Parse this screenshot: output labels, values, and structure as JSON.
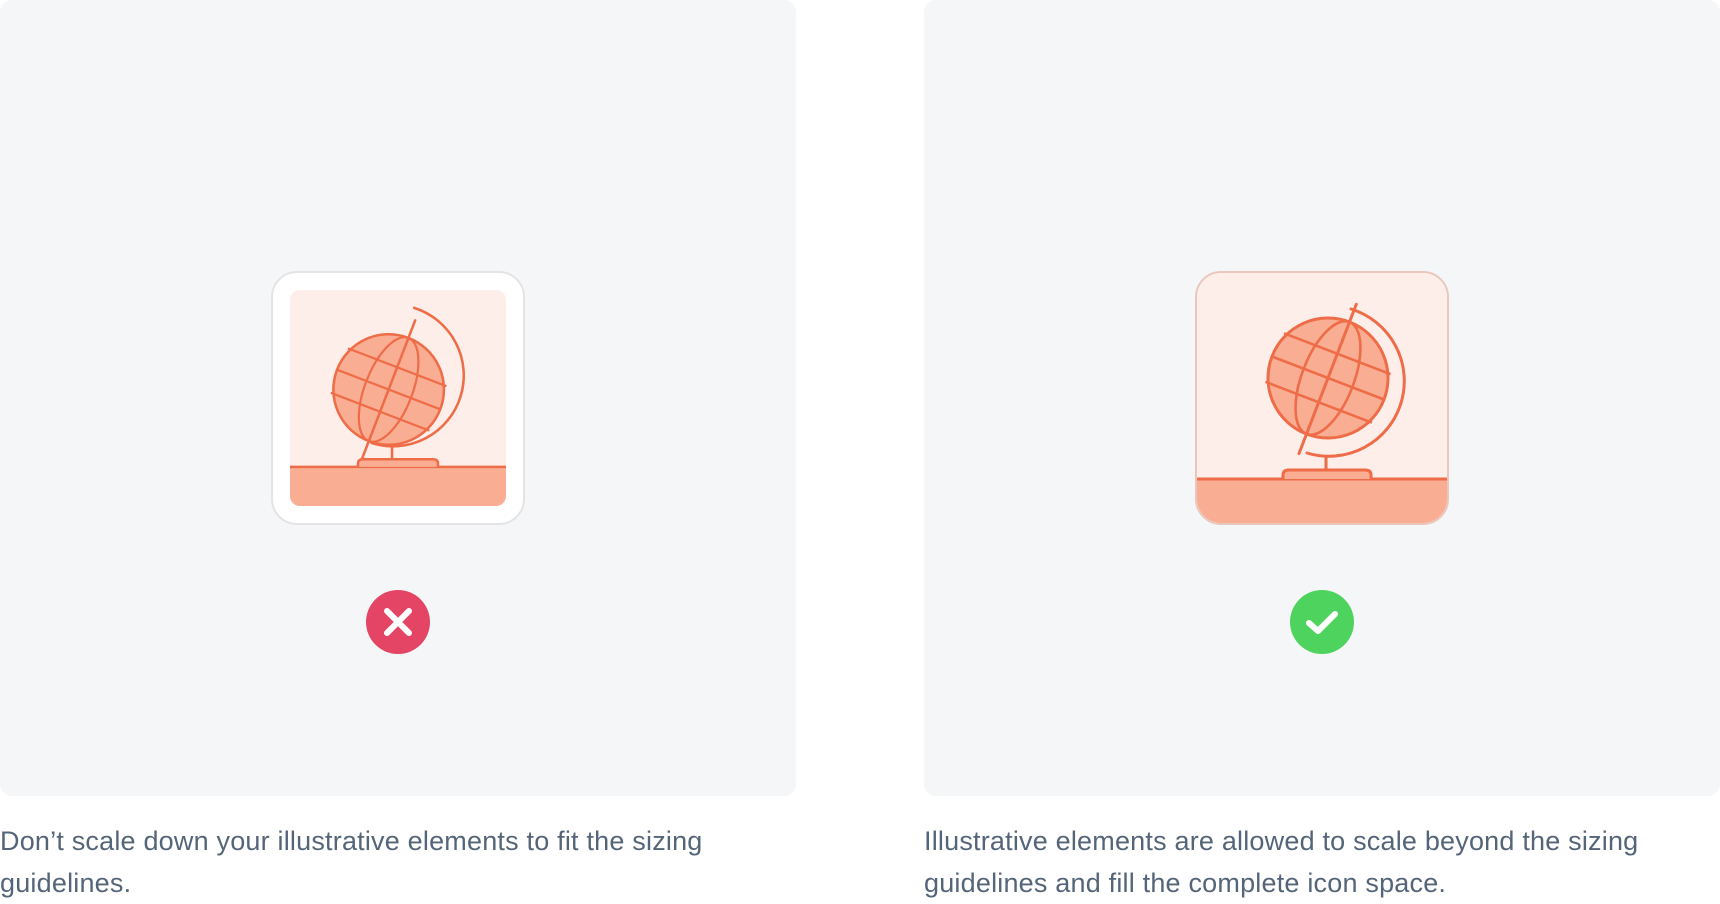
{
  "colors": {
    "panel_background": "#f5f6f8",
    "icon_background": "#fdeee9",
    "illustration_fill": "#f9ad92",
    "illustration_stroke": "#ef6c48",
    "dont_badge": "#e54565",
    "do_badge": "#4fd35f"
  },
  "examples": [
    {
      "verdict": "dont",
      "status_icon": "x-mark-icon",
      "illustration": "globe-icon",
      "caption": "Don’t scale down your illustrative elements to fit the sizing guidelines."
    },
    {
      "verdict": "do",
      "status_icon": "checkmark-icon",
      "illustration": "globe-icon",
      "caption": "Illustrative elements are allowed to scale beyond the sizing guidelines and fill the complete icon space."
    }
  ]
}
